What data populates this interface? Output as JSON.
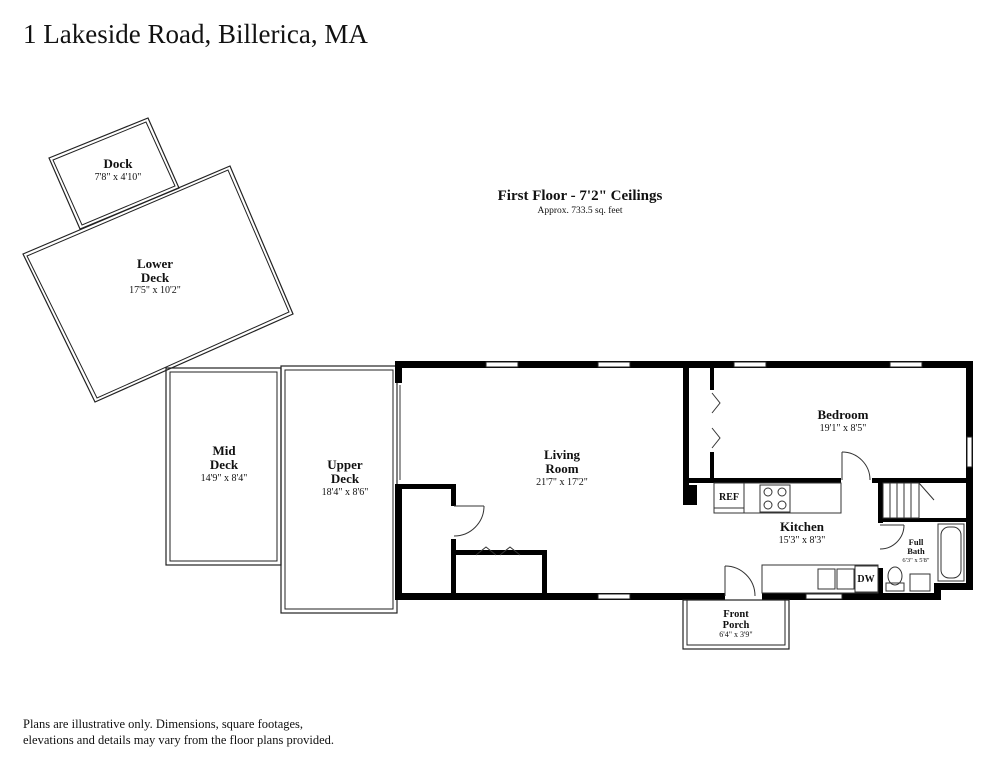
{
  "title": "1 Lakeside Road, Billerica, MA",
  "floor": {
    "title": "First Floor - 7'2\" Ceilings",
    "area": "Approx. 733.5 sq. feet"
  },
  "rooms": {
    "dock": {
      "name": "Dock",
      "dim": "7'8\" x 4'10\""
    },
    "lower_deck": {
      "name_line1": "Lower",
      "name_line2": "Deck",
      "dim": "17'5\" x 10'2\""
    },
    "mid_deck": {
      "name_line1": "Mid",
      "name_line2": "Deck",
      "dim": "14'9\" x 8'4\""
    },
    "upper_deck": {
      "name_line1": "Upper",
      "name_line2": "Deck",
      "dim": "18'4\" x 8'6\""
    },
    "living_room": {
      "name_line1": "Living",
      "name_line2": "Room",
      "dim": "21'7\" x 17'2\""
    },
    "bedroom": {
      "name": "Bedroom",
      "dim": "19'1\" x 8'5\""
    },
    "kitchen": {
      "name": "Kitchen",
      "dim": "15'3\" x 8'3\""
    },
    "full_bath": {
      "name_line1": "Full",
      "name_line2": "Bath",
      "dim": "6'3\" x 5'8\""
    },
    "front_porch": {
      "name_line1": "Front",
      "name_line2": "Porch",
      "dim": "6'4\" x 3'9\""
    }
  },
  "fixtures": {
    "ref": "REF",
    "dw": "DW"
  },
  "disclaimer": {
    "line1": "Plans are illustrative only. Dimensions, square footages,",
    "line2": "elevations and details may vary from the floor plans provided."
  }
}
